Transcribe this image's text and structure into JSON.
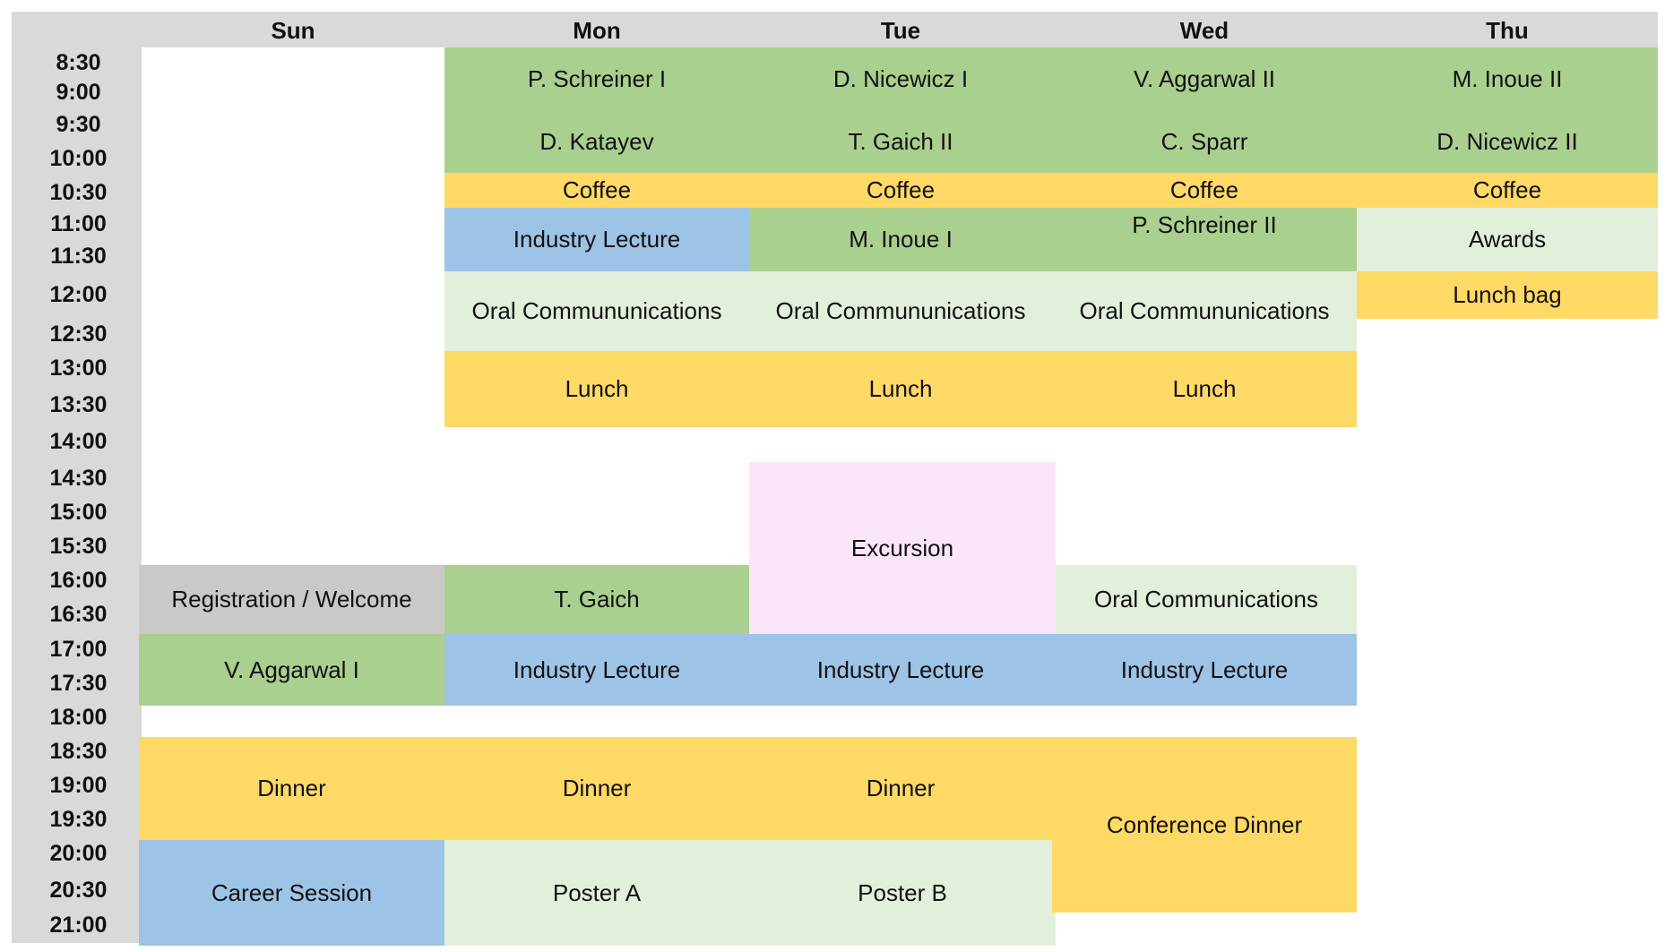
{
  "days": [
    "Sun",
    "Mon",
    "Tue",
    "Wed",
    "Thu"
  ],
  "times": [
    "8:30",
    "9:00",
    "9:30",
    "10:00",
    "10:30",
    "11:00",
    "11:30",
    "12:00",
    "12:30",
    "13:00",
    "13:30",
    "14:00",
    "14:30",
    "15:00",
    "15:30",
    "16:00",
    "16:30",
    "17:00",
    "17:30",
    "18:00",
    "18:30",
    "19:00",
    "19:30",
    "20:00",
    "20:30",
    "21:00"
  ],
  "colors": {
    "green": "#a9d08e",
    "yellow": "#ffd966",
    "blue": "#9dc3e6",
    "light_green": "#e2efda",
    "grey": "#c9c9c9",
    "pink": "#fbe5fb",
    "frame": "#d9d9d9"
  },
  "events": {
    "mon": {
      "morning1": "P. Schreiner I",
      "morning2": "D. Katayev",
      "coffee": "Coffee",
      "late_morning": "Industry Lecture",
      "oral": "Oral Commununications",
      "lunch": "Lunch",
      "afternoon": "T. Gaich",
      "industry": "Industry Lecture",
      "dinner": "Dinner",
      "evening": "Poster A"
    },
    "tue": {
      "morning1": "D. Nicewicz I",
      "morning2": "T. Gaich II",
      "coffee": "Coffee",
      "late_morning": "M. Inoue I",
      "oral": "Oral Commununications",
      "lunch": "Lunch",
      "excursion": "Excursion",
      "industry": "Industry Lecture",
      "dinner": "Dinner",
      "evening": "Poster B"
    },
    "wed": {
      "morning1": "V. Aggarwal II",
      "morning2": "C. Sparr",
      "coffee": "Coffee",
      "late_morning": "P. Schreiner II",
      "oral": "Oral Commununications",
      "lunch": "Lunch",
      "afternoon": "Oral Communications",
      "industry": "Industry Lecture",
      "dinner": "Conference Dinner"
    },
    "thu": {
      "morning1": "M. Inoue II",
      "morning2": "D. Nicewicz II",
      "coffee": "Coffee",
      "awards": "Awards",
      "lunch": "Lunch bag"
    },
    "sun": {
      "registration": "Registration / Welcome",
      "talk": "V. Aggarwal I",
      "dinner": "Dinner",
      "evening": "Career Session"
    }
  }
}
